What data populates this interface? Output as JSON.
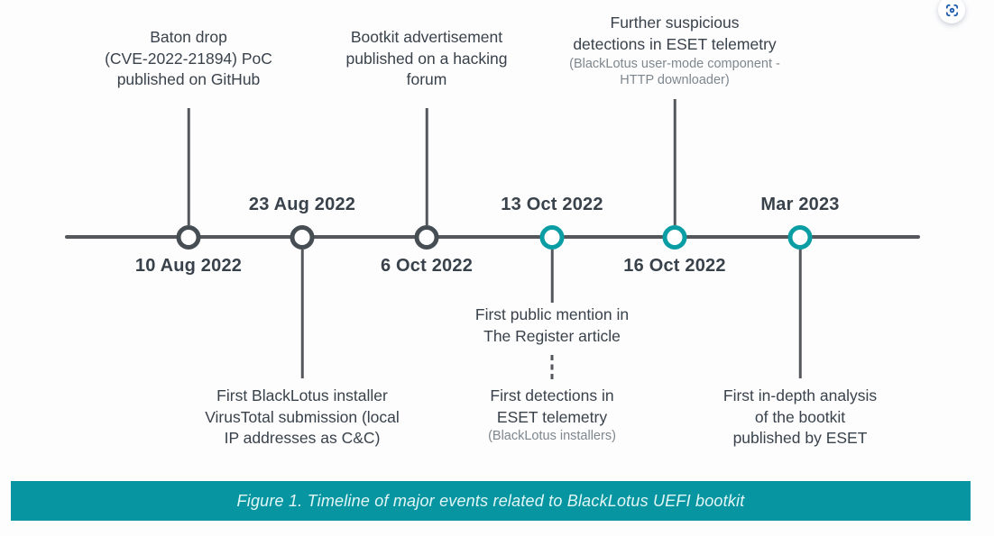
{
  "colors": {
    "axis": "#54585d",
    "node_dark": "#464d53",
    "node_teal": "#0a9da3",
    "title_text": "#39424b",
    "subtitle_text": "#7e878e",
    "caption_bg": "#0795a1",
    "caption_text": "#e3f6f6",
    "scan_icon_blue": "#1f5fae"
  },
  "scan_button": {
    "icon": "scan-viewfinder-icon"
  },
  "timeline": {
    "events": [
      {
        "date": "10 Aug 2022",
        "title": "Baton drop\n(CVE-2022-21894) PoC\npublished on GitHub"
      },
      {
        "date": "23 Aug 2022",
        "title": "First BlackLotus installer\nVirusTotal submission (local\nIP addresses as C&C)"
      },
      {
        "date": "6 Oct 2022",
        "title": "Bootkit advertisement\npublished on a hacking\nforum"
      },
      {
        "date": "13 Oct 2022",
        "title": "First public mention in\nThe Register article",
        "secondary_title": "First detections in\nESET telemetry",
        "secondary_subtitle": "(BlackLotus installers)"
      },
      {
        "date": "16 Oct 2022",
        "title": "Further suspicious\ndetections in ESET telemetry",
        "subtitle": "(BlackLotus user-mode component -\nHTTP downloader)"
      },
      {
        "date": "Mar 2023",
        "title": "First in-depth analysis\nof the bootkit\npublished by ESET"
      }
    ]
  },
  "caption": {
    "text": "Figure 1. Timeline of major events related to BlackLotus UEFI bootkit"
  }
}
